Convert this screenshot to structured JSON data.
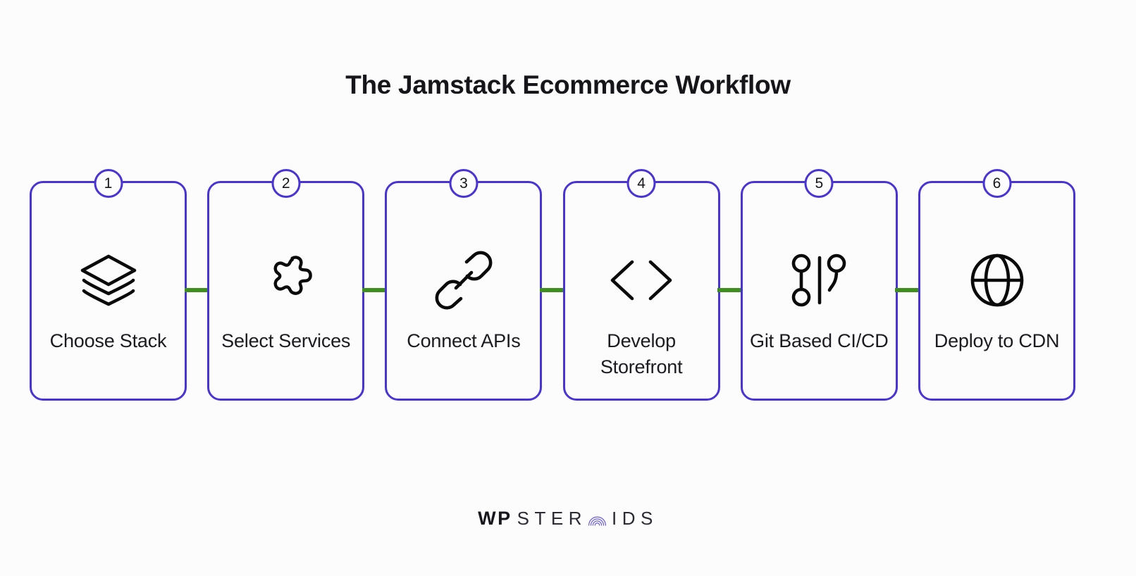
{
  "page": {
    "title": "The Jamstack Ecommerce Workflow",
    "background_color": "#fcfcfd",
    "accent_color": "#4834d4",
    "connector_color": "#3f8f1f",
    "text_color": "#16161a"
  },
  "steps": [
    {
      "number": "1",
      "label": "Choose Stack",
      "icon": "layers-icon"
    },
    {
      "number": "2",
      "label": "Select Services",
      "icon": "puzzle-piece-icon"
    },
    {
      "number": "3",
      "label": "Connect APIs",
      "icon": "link-chain-icon"
    },
    {
      "number": "4",
      "label": "Develop Storefront",
      "icon": "code-brackets-icon"
    },
    {
      "number": "5",
      "label": "Git Based CI/CD",
      "icon": "git-branch-icon"
    },
    {
      "number": "6",
      "label": "Deploy to CDN",
      "icon": "globe-icon"
    }
  ],
  "connectors": [
    {
      "from": "1",
      "to": "2"
    },
    {
      "from": "2",
      "to": "3"
    },
    {
      "from": "3",
      "to": "4"
    },
    {
      "from": "4",
      "to": "5"
    },
    {
      "from": "5",
      "to": "6"
    }
  ],
  "logo": {
    "bold_part": "WP",
    "light_part_1": "STER",
    "mark": "arch-rainbow-icon",
    "light_part_2": "IDS",
    "mark_color": "#6c62d8"
  }
}
